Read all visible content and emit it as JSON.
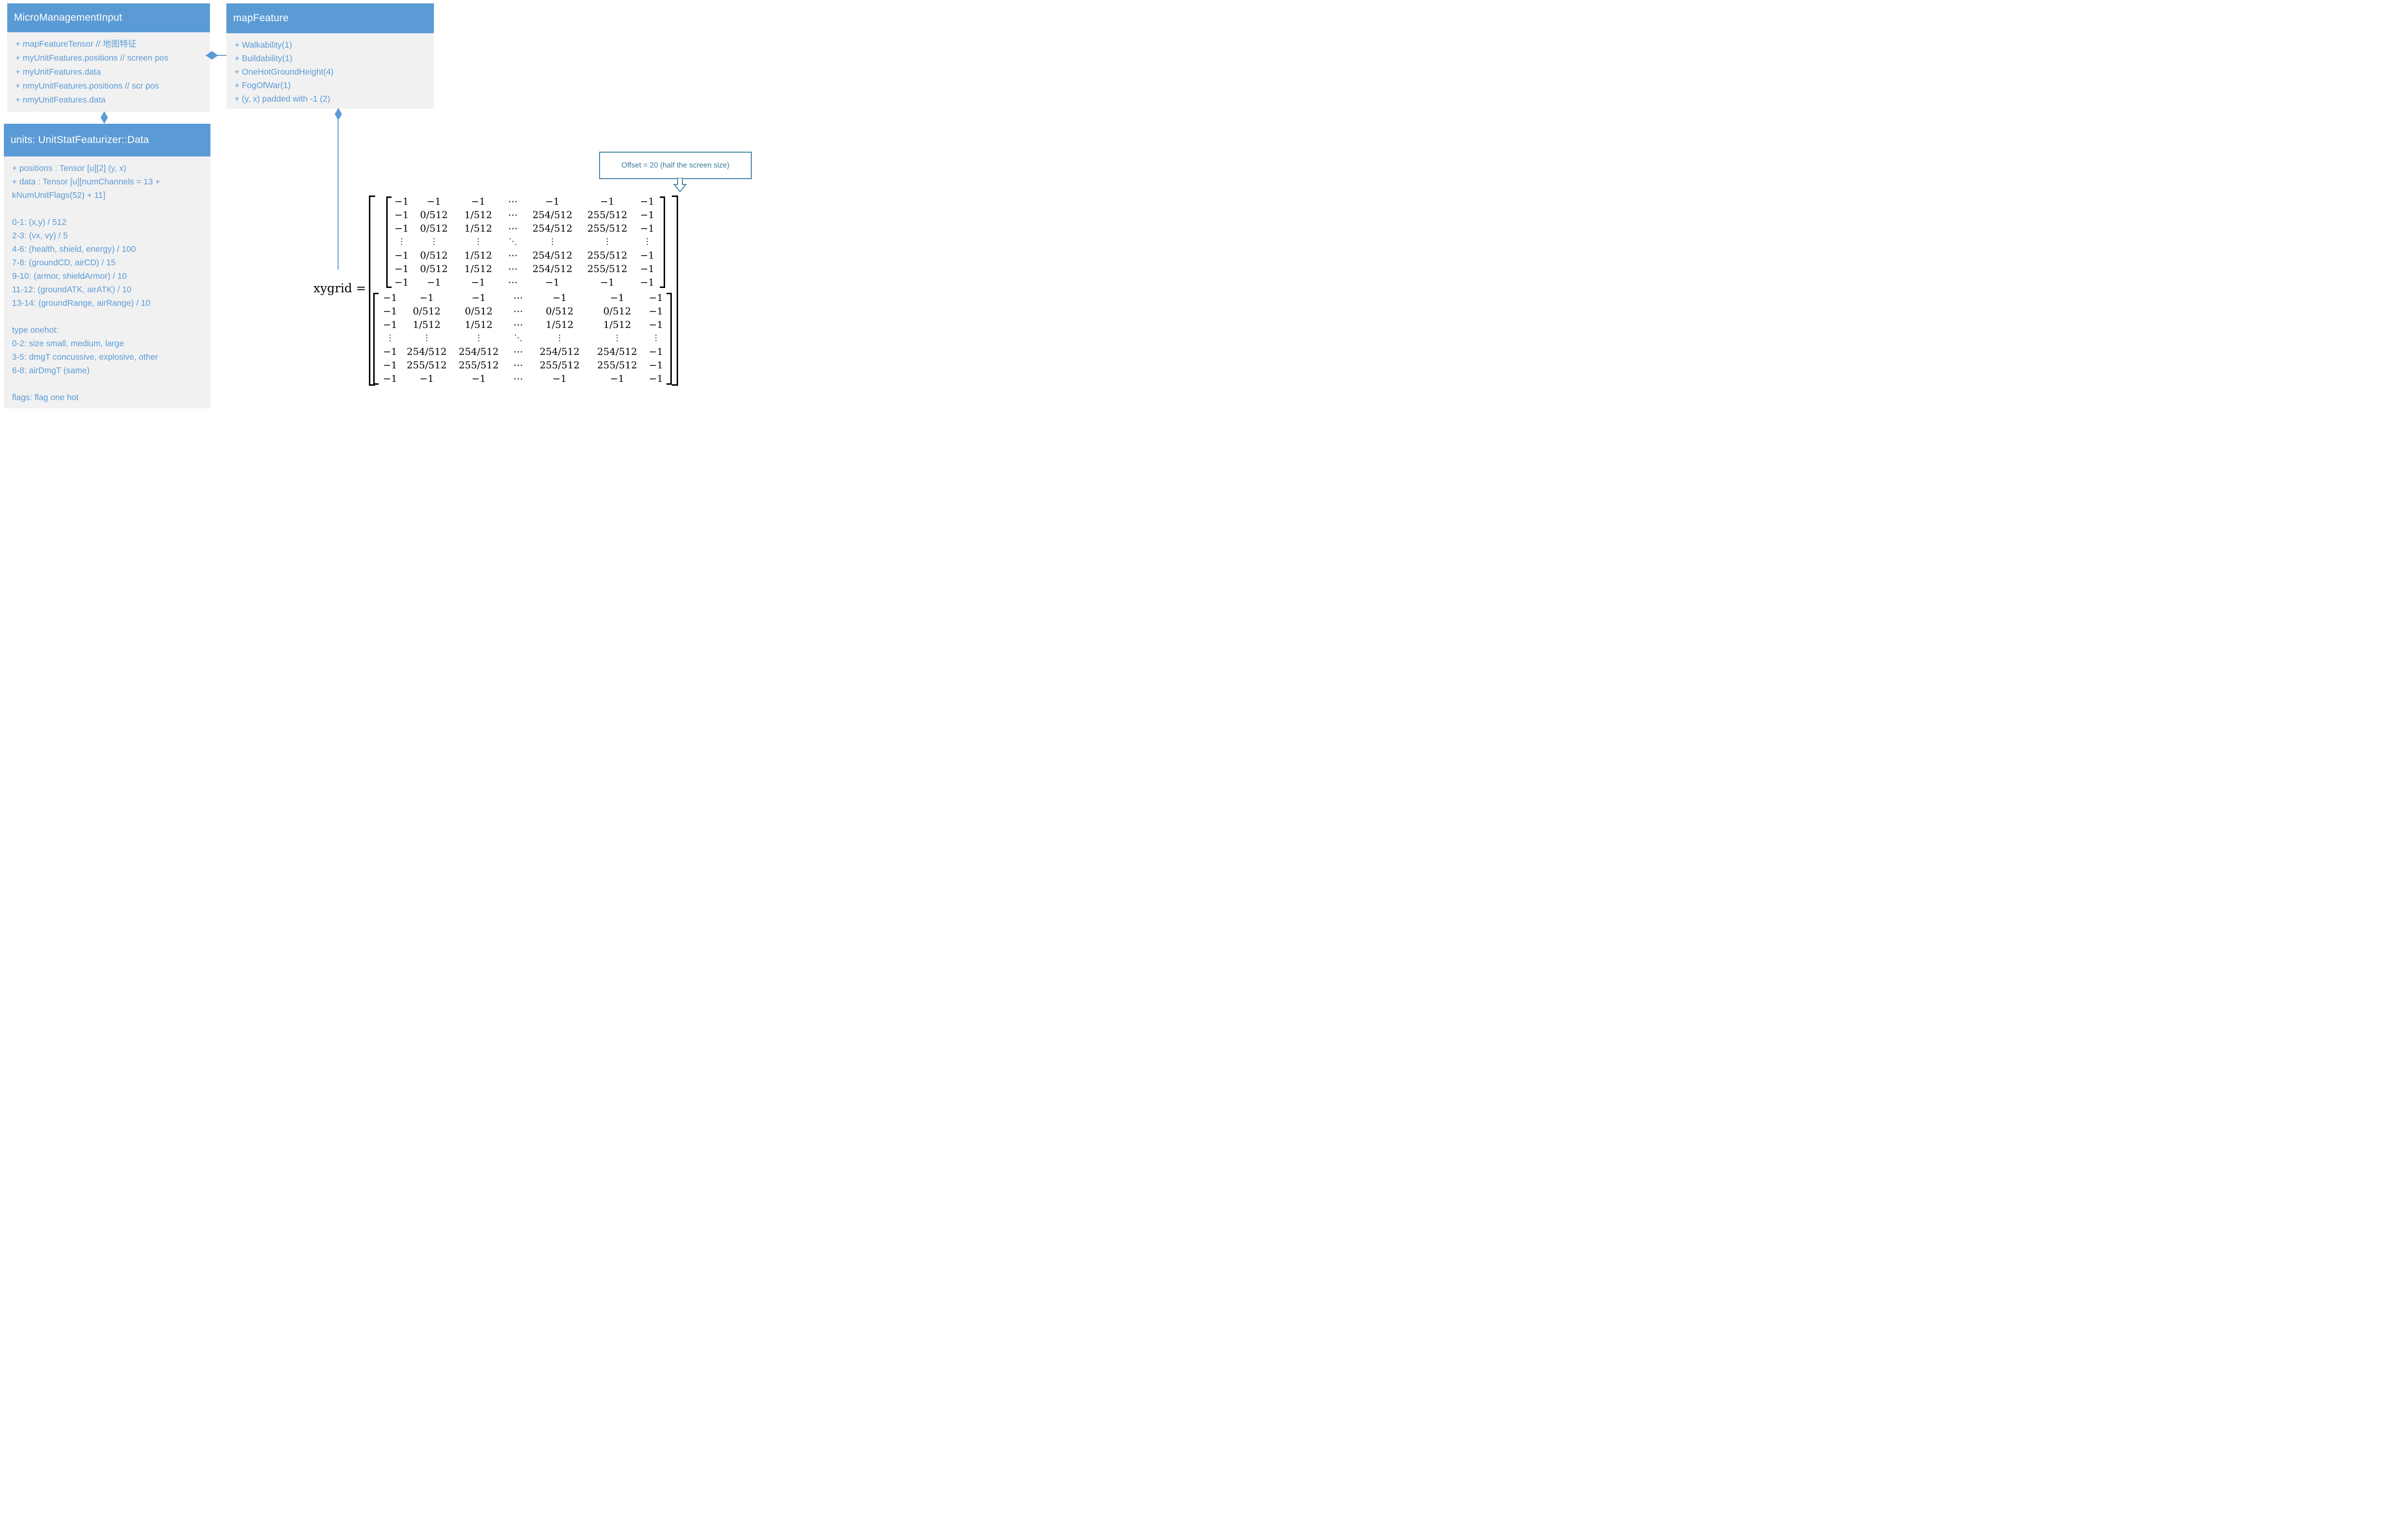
{
  "colors": {
    "header_blue": "#5b9bd5",
    "member_text_blue": "#5b9bd5",
    "body_gray": "#f1f1f1",
    "callout_teal": "#3e7c9c",
    "matrix_black": "#000000"
  },
  "boxes": {
    "micro": {
      "title": "MicroManagementInput",
      "items": [
        "+ mapFeatureTensor // 地图特征",
        "+ myUnitFeatures.positions // screen pos",
        "+ myUnitFeatures.data",
        "+ nmyUnitFeatures.positions // scr pos",
        "+ nmyUnitFeatures.data"
      ]
    },
    "map_feature": {
      "title": "mapFeature",
      "items": [
        "+ Walkability(1)",
        "+ Buildability(1)",
        "+ OneHotGroundHeight(4)",
        "+ FogOfWar(1)",
        "+ (y, x) padded with -1 (2)"
      ]
    },
    "units": {
      "title": "units: UnitStatFeaturizer::Data",
      "items": [
        "+ positions : Tensor [u][2] (y, x)",
        "+ data : Tensor [u][numChannels = 13 +",
        "kNumUnitFlags(52) + 11]",
        "",
        "0-1: (x,y) / 512",
        "2-3: (vx, vy) / 5",
        "4-6: (health, shield, energy) / 100",
        "7-8: (groundCD, airCD) / 15",
        "9-10: (armor, shieldArmor) / 10",
        "11-12: (groundATK, airATK) / 10",
        "13-14: (groundRange, airRange) / 10",
        "",
        "type onehot:",
        "0-2: size small, medium, large",
        "3-5: dmgT concussive, explosive, other",
        "6-8: airDmgT (same)",
        "",
        "flags: flag one hot"
      ]
    }
  },
  "callout": {
    "text": "Offset = 20 (half the screen size)"
  },
  "equation": {
    "label": "xygrid ="
  },
  "matrix": {
    "top_rows": [
      [
        "−1",
        "−1",
        "−1",
        "⋯",
        "−1",
        "−1",
        "−1"
      ],
      [
        "−1",
        "0/512",
        "1/512",
        "⋯",
        "254/512",
        "255/512",
        "−1"
      ],
      [
        "−1",
        "0/512",
        "1/512",
        "⋯",
        "254/512",
        "255/512",
        "−1"
      ],
      [
        "⋮",
        "⋮",
        "⋮",
        "⋱",
        "⋮",
        "⋮",
        "⋮"
      ],
      [
        "−1",
        "0/512",
        "1/512",
        "⋯",
        "254/512",
        "255/512",
        "−1"
      ],
      [
        "−1",
        "0/512",
        "1/512",
        "⋯",
        "254/512",
        "255/512",
        "−1"
      ],
      [
        "−1",
        "−1",
        "−1",
        "⋯",
        "−1",
        "−1",
        "−1"
      ]
    ],
    "bottom_rows": [
      [
        "−1",
        "−1",
        "−1",
        "⋯",
        "−1",
        "−1",
        "−1"
      ],
      [
        "−1",
        "0/512",
        "0/512",
        "⋯",
        "0/512",
        "0/512",
        "−1"
      ],
      [
        "−1",
        "1/512",
        "1/512",
        "⋯",
        "1/512",
        "1/512",
        "−1"
      ],
      [
        "⋮",
        "⋮",
        "⋮",
        "⋱",
        "⋮",
        "⋮",
        "⋮"
      ],
      [
        "−1",
        "254/512",
        "254/512",
        "⋯",
        "254/512",
        "254/512",
        "−1"
      ],
      [
        "−1",
        "255/512",
        "255/512",
        "⋯",
        "255/512",
        "255/512",
        "−1"
      ],
      [
        "−1",
        "−1",
        "−1",
        "⋯",
        "−1",
        "−1",
        "−1"
      ]
    ]
  }
}
